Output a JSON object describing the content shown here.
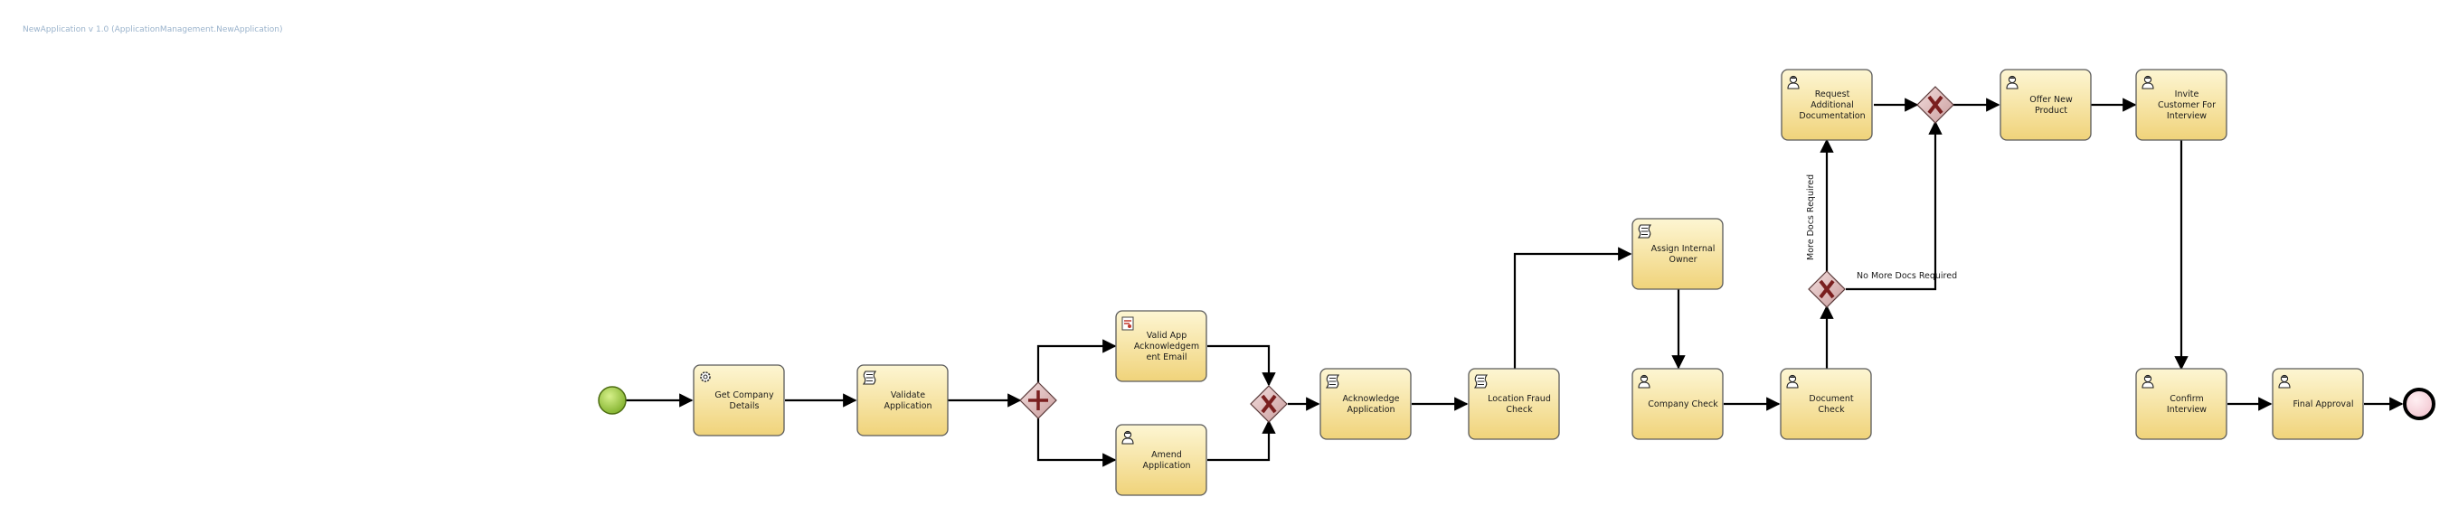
{
  "header": {
    "breadcrumb": "NewApplication v 1.0 (ApplicationManagement.NewApplication)"
  },
  "diagram": {
    "start_event": {
      "id": "start"
    },
    "end_event": {
      "id": "end"
    },
    "tasks": [
      {
        "id": "get-company-details",
        "icon": "gear-icon",
        "lines": [
          "Get Company",
          "Details"
        ]
      },
      {
        "id": "validate-application",
        "icon": "script-icon",
        "lines": [
          "Validate",
          "Application"
        ]
      },
      {
        "id": "valid-app-ack-email",
        "icon": "email-icon",
        "lines": [
          "Valid App",
          "Acknowledgem",
          "ent Email"
        ]
      },
      {
        "id": "amend-application",
        "icon": "user-icon",
        "lines": [
          "Amend",
          "Application"
        ]
      },
      {
        "id": "acknowledge-application",
        "icon": "script-icon",
        "lines": [
          "Acknowledge",
          "Application"
        ]
      },
      {
        "id": "location-fraud-check",
        "icon": "script-icon",
        "lines": [
          "Location Fraud",
          "Check"
        ]
      },
      {
        "id": "assign-internal-owner",
        "icon": "script-icon",
        "lines": [
          "Assign Internal",
          "Owner"
        ]
      },
      {
        "id": "company-check",
        "icon": "user-icon",
        "lines": [
          "Company Check"
        ]
      },
      {
        "id": "document-check",
        "icon": "user-icon",
        "lines": [
          "Document",
          "Check"
        ]
      },
      {
        "id": "request-additional-documentation",
        "icon": "user-icon",
        "lines": [
          "Request",
          "Additional",
          "Documentation"
        ]
      },
      {
        "id": "offer-new-product",
        "icon": "user-icon",
        "lines": [
          "Offer New",
          "Product"
        ]
      },
      {
        "id": "invite-customer-for-interview",
        "icon": "user-icon",
        "lines": [
          "Invite",
          "Customer For",
          "Interview"
        ]
      },
      {
        "id": "confirm-interview",
        "icon": "user-icon",
        "lines": [
          "Confirm",
          "Interview"
        ]
      },
      {
        "id": "final-approval",
        "icon": "user-icon",
        "lines": [
          "Final Approval"
        ]
      }
    ],
    "gateways": [
      {
        "id": "parallel-split",
        "kind": "parallel"
      },
      {
        "id": "xor-merge-1",
        "kind": "exclusive"
      },
      {
        "id": "xor-docs-decision",
        "kind": "exclusive"
      },
      {
        "id": "xor-merge-2",
        "kind": "exclusive"
      }
    ],
    "flow_labels": {
      "more_docs": "More Docs Required",
      "no_more_docs": "No More Docs Required"
    },
    "colors": {
      "task_top": "#fdf6d3",
      "task_bottom": "#f0d37a",
      "task_border": "#5a5a5a",
      "start_fill": "#9ccc3c",
      "end_fill": "#f7d6de",
      "gateway_fill": "#dcb8b8",
      "gateway_mark": "#7a1f1f"
    }
  }
}
